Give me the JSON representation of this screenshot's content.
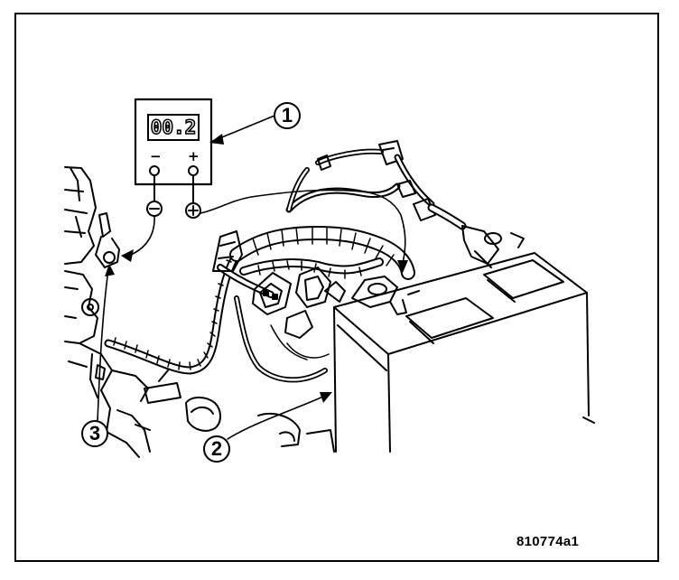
{
  "meter": {
    "display_value": "00.2",
    "minus_terminal": "−",
    "plus_terminal": "+"
  },
  "callouts": [
    "1",
    "2",
    "3"
  ],
  "figure_id": "810774a1"
}
